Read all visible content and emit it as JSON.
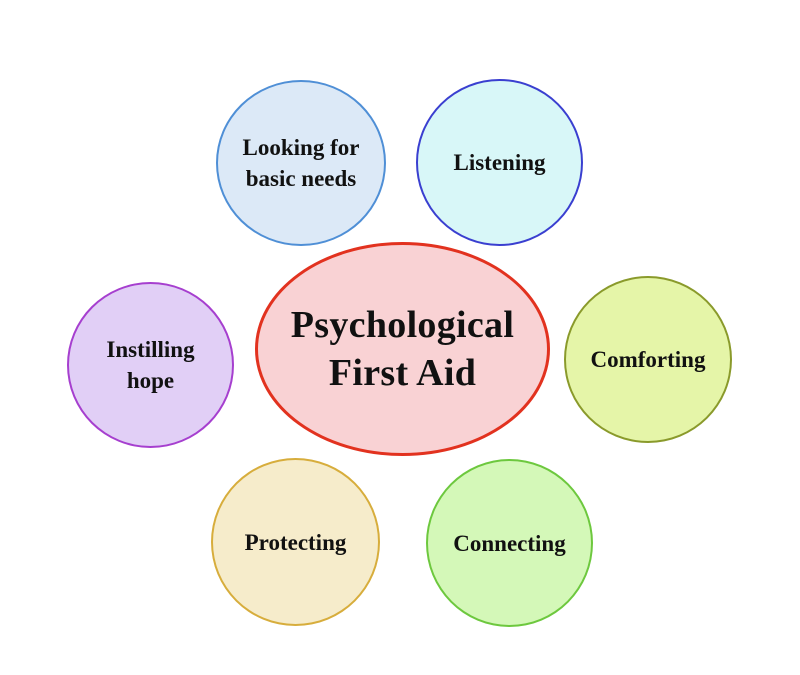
{
  "center": {
    "label": "Psychological\nFirst Aid",
    "border_color": "#e2321f",
    "fill_color": "#f9d2d4"
  },
  "nodes": [
    {
      "id": "basic",
      "label": "Looking for\nbasic needs",
      "border_color": "#4f8fd6",
      "fill_color": "#dce9f7"
    },
    {
      "id": "listening",
      "label": "Listening",
      "border_color": "#3a3fd0",
      "fill_color": "#d8f7f8"
    },
    {
      "id": "comforting",
      "label": "Comforting",
      "border_color": "#8a9a2b",
      "fill_color": "#e5f5a8"
    },
    {
      "id": "connecting",
      "label": "Connecting",
      "border_color": "#6dc83e",
      "fill_color": "#d4f8b8"
    },
    {
      "id": "protecting",
      "label": "Protecting",
      "border_color": "#d7ad3c",
      "fill_color": "#f6eccb"
    },
    {
      "id": "hope",
      "label": "Instilling\nhope",
      "border_color": "#a63fcf",
      "fill_color": "#e1cff6"
    }
  ]
}
